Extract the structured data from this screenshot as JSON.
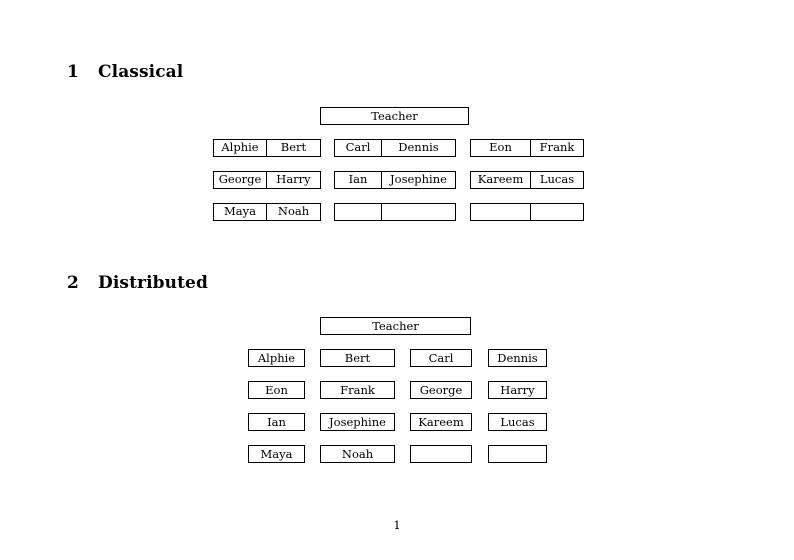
{
  "document": {
    "page_number": "1",
    "sections": [
      {
        "number": "1",
        "title": "Classical",
        "teacher_label": "Teacher",
        "layout": "paired-cells",
        "groups": [
          {
            "rows": [
              {
                "left": "Alphie",
                "right": "Bert"
              },
              {
                "left": "George",
                "right": "Harry"
              },
              {
                "left": "Maya",
                "right": "Noah"
              }
            ]
          },
          {
            "rows": [
              {
                "left": "Carl",
                "right": "Dennis"
              },
              {
                "left": "Ian",
                "right": "Josephine"
              },
              {
                "left": "",
                "right": ""
              }
            ]
          },
          {
            "rows": [
              {
                "left": "Eon",
                "right": "Frank"
              },
              {
                "left": "Kareem",
                "right": "Lucas"
              },
              {
                "left": "",
                "right": ""
              }
            ]
          }
        ]
      },
      {
        "number": "2",
        "title": "Distributed",
        "teacher_label": "Teacher",
        "layout": "separate-boxes",
        "rows": [
          [
            "Alphie",
            "Bert",
            "Carl",
            "Dennis"
          ],
          [
            "Eon",
            "Frank",
            "George",
            "Harry"
          ],
          [
            "Ian",
            "Josephine",
            "Kareem",
            "Lucas"
          ],
          [
            "Maya",
            "Noah",
            "",
            ""
          ]
        ]
      }
    ]
  },
  "colors": {
    "page_background": "#ffffff",
    "text": "#000000",
    "border": "#000000"
  }
}
